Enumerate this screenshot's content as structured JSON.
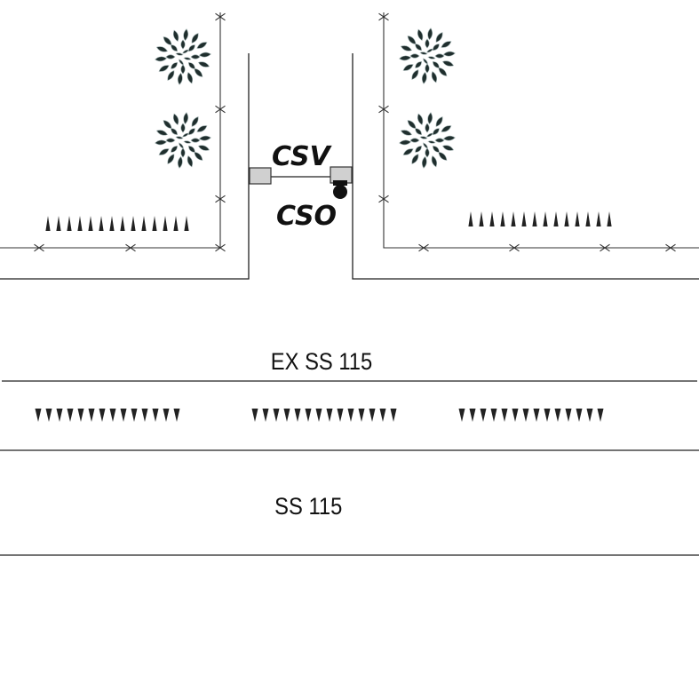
{
  "labels": {
    "csv": "CSV",
    "cso": "CSO",
    "existing_road": "EX SS 115",
    "new_road": "SS 115"
  },
  "colors": {
    "line": "#222222",
    "shrub": "#1f2e2d",
    "gate_post": "#d0d0d0"
  },
  "symbols": {
    "tree": "tree-symbol",
    "fence_marker": "cross-marker",
    "hedge_up": "spike-up",
    "hedge_down": "spike-down",
    "signal": "filled-circle"
  }
}
